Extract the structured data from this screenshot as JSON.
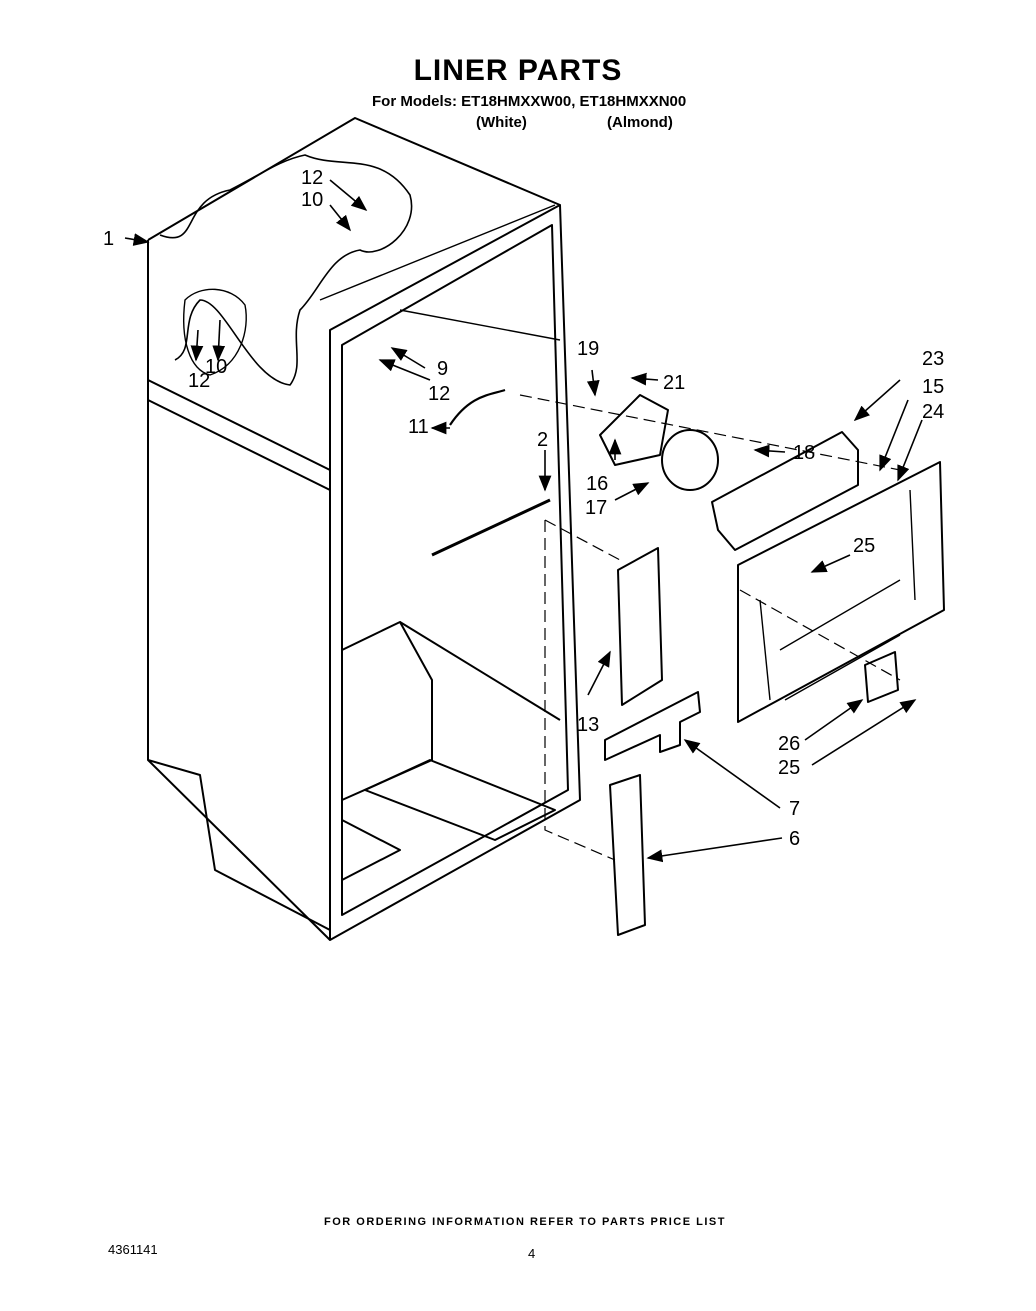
{
  "title": "LINER PARTS",
  "models_line": "For Models: ET18HMXXW00, ET18HMXXN00",
  "variants": [
    "(White)",
    "(Almond)"
  ],
  "callouts": [
    "1",
    "2",
    "6",
    "7",
    "9",
    "10",
    "10",
    "11",
    "12",
    "12",
    "12",
    "13",
    "15",
    "16",
    "17",
    "18",
    "19",
    "21",
    "23",
    "24",
    "25",
    "25",
    "26"
  ],
  "footer_note": "FOR ORDERING INFORMATION REFER TO PARTS PRICE LIST",
  "document_number": "4361141",
  "page_number": "4"
}
